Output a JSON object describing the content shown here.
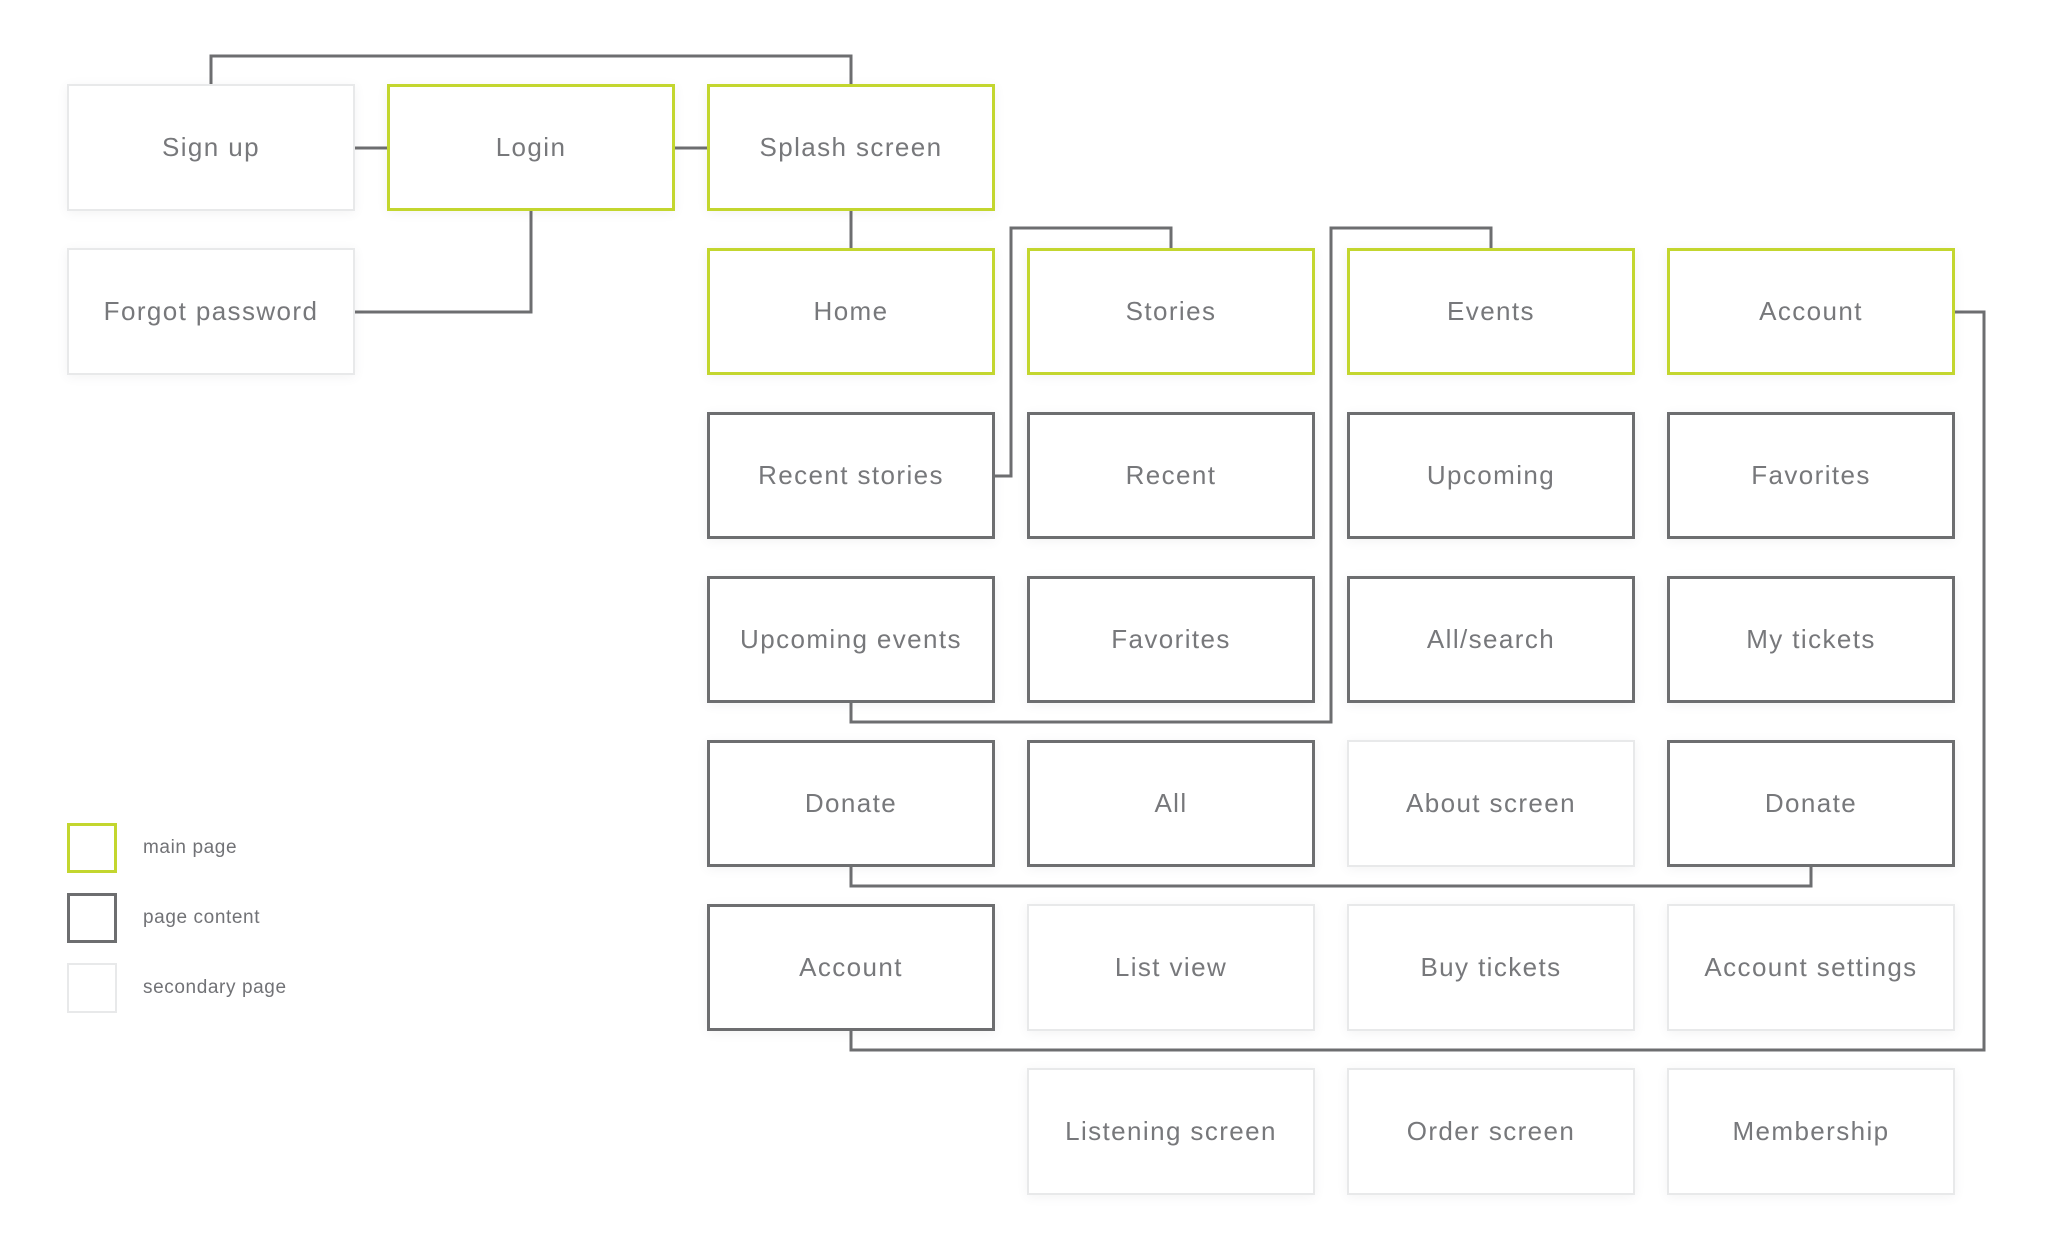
{
  "colors": {
    "main_page": "#c3d62f",
    "page_content": "#6d6e70",
    "secondary_page": "#e8e9ea",
    "connector": "#6d6e70",
    "text": "#77787b",
    "background": "#ffffff"
  },
  "nodes": [
    {
      "id": "sign-up",
      "label": "Sign up",
      "type": "secondary-page"
    },
    {
      "id": "login",
      "label": "Login",
      "type": "main-page"
    },
    {
      "id": "splash-screen",
      "label": "Splash screen",
      "type": "main-page"
    },
    {
      "id": "forgot-password",
      "label": "Forgot password",
      "type": "secondary-page"
    },
    {
      "id": "home",
      "label": "Home",
      "type": "main-page"
    },
    {
      "id": "stories",
      "label": "Stories",
      "type": "main-page"
    },
    {
      "id": "events",
      "label": "Events",
      "type": "main-page"
    },
    {
      "id": "account",
      "label": "Account",
      "type": "main-page"
    },
    {
      "id": "recent-stories",
      "label": "Recent stories",
      "type": "page-content"
    },
    {
      "id": "recent",
      "label": "Recent",
      "type": "page-content"
    },
    {
      "id": "upcoming",
      "label": "Upcoming",
      "type": "page-content"
    },
    {
      "id": "favorites-account",
      "label": "Favorites",
      "type": "page-content"
    },
    {
      "id": "upcoming-events",
      "label": "Upcoming events",
      "type": "page-content"
    },
    {
      "id": "favorites-stories",
      "label": "Favorites",
      "type": "page-content"
    },
    {
      "id": "all-search",
      "label": "All/search",
      "type": "page-content"
    },
    {
      "id": "my-tickets",
      "label": "My tickets",
      "type": "page-content"
    },
    {
      "id": "donate-home",
      "label": "Donate",
      "type": "page-content"
    },
    {
      "id": "all-stories",
      "label": "All",
      "type": "page-content"
    },
    {
      "id": "about-screen",
      "label": "About screen",
      "type": "secondary-page"
    },
    {
      "id": "donate-account",
      "label": "Donate",
      "type": "page-content"
    },
    {
      "id": "account-home",
      "label": "Account",
      "type": "page-content"
    },
    {
      "id": "list-view",
      "label": "List view",
      "type": "secondary-page"
    },
    {
      "id": "buy-tickets",
      "label": "Buy tickets",
      "type": "secondary-page"
    },
    {
      "id": "account-settings",
      "label": "Account settings",
      "type": "secondary-page"
    },
    {
      "id": "listening-screen",
      "label": "Listening screen",
      "type": "secondary-page"
    },
    {
      "id": "order-screen",
      "label": "Order screen",
      "type": "secondary-page"
    },
    {
      "id": "membership",
      "label": "Membership",
      "type": "secondary-page"
    }
  ],
  "edges": [
    {
      "from": "sign-up",
      "to": "splash-screen"
    },
    {
      "from": "sign-up",
      "to": "login"
    },
    {
      "from": "login",
      "to": "splash-screen"
    },
    {
      "from": "login",
      "to": "forgot-password"
    },
    {
      "from": "splash-screen",
      "to": "home"
    },
    {
      "from": "recent-stories",
      "to": "stories"
    },
    {
      "from": "upcoming-events",
      "to": "events"
    },
    {
      "from": "donate-home",
      "to": "donate-account"
    },
    {
      "from": "account-home",
      "to": "account"
    }
  ],
  "legend": {
    "items": [
      {
        "type": "main-page",
        "label": "main page"
      },
      {
        "type": "page-content",
        "label": "page content"
      },
      {
        "type": "secondary-page",
        "label": "secondary page"
      }
    ]
  }
}
